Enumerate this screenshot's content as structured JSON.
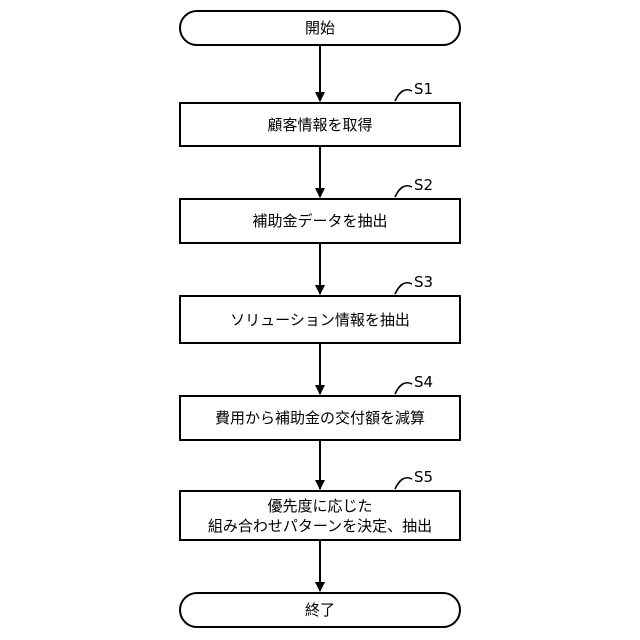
{
  "flow": {
    "start": {
      "label": "開始"
    },
    "steps": [
      {
        "id": "S1",
        "lines": [
          "顧客情報を取得"
        ]
      },
      {
        "id": "S2",
        "lines": [
          "補助金データを抽出"
        ]
      },
      {
        "id": "S3",
        "lines": [
          "ソリューション情報を抽出"
        ]
      },
      {
        "id": "S4",
        "lines": [
          "費用から補助金の交付額を減算"
        ]
      },
      {
        "id": "S5",
        "lines": [
          "優先度に応じた",
          "組み合わせパターンを決定、抽出"
        ]
      }
    ],
    "end": {
      "label": "終了"
    }
  },
  "colors": {
    "stroke": "#000000",
    "fill": "#ffffff"
  }
}
